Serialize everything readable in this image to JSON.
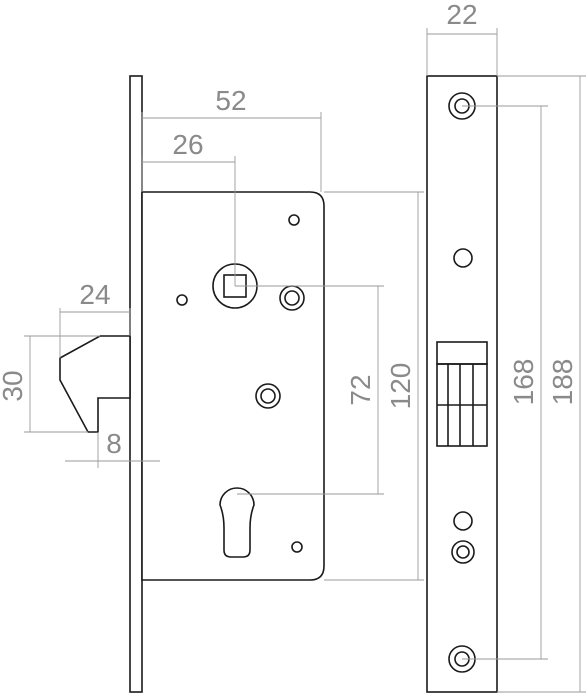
{
  "dimensions": {
    "faceplate_width": "22",
    "faceplate_height": "188",
    "fixing_spacing": "168",
    "body_depth": "52",
    "backset": "26",
    "latch_projection": "24",
    "latch_height": "30",
    "latch_offset": "8",
    "body_height": "120",
    "center_distance": "72"
  }
}
